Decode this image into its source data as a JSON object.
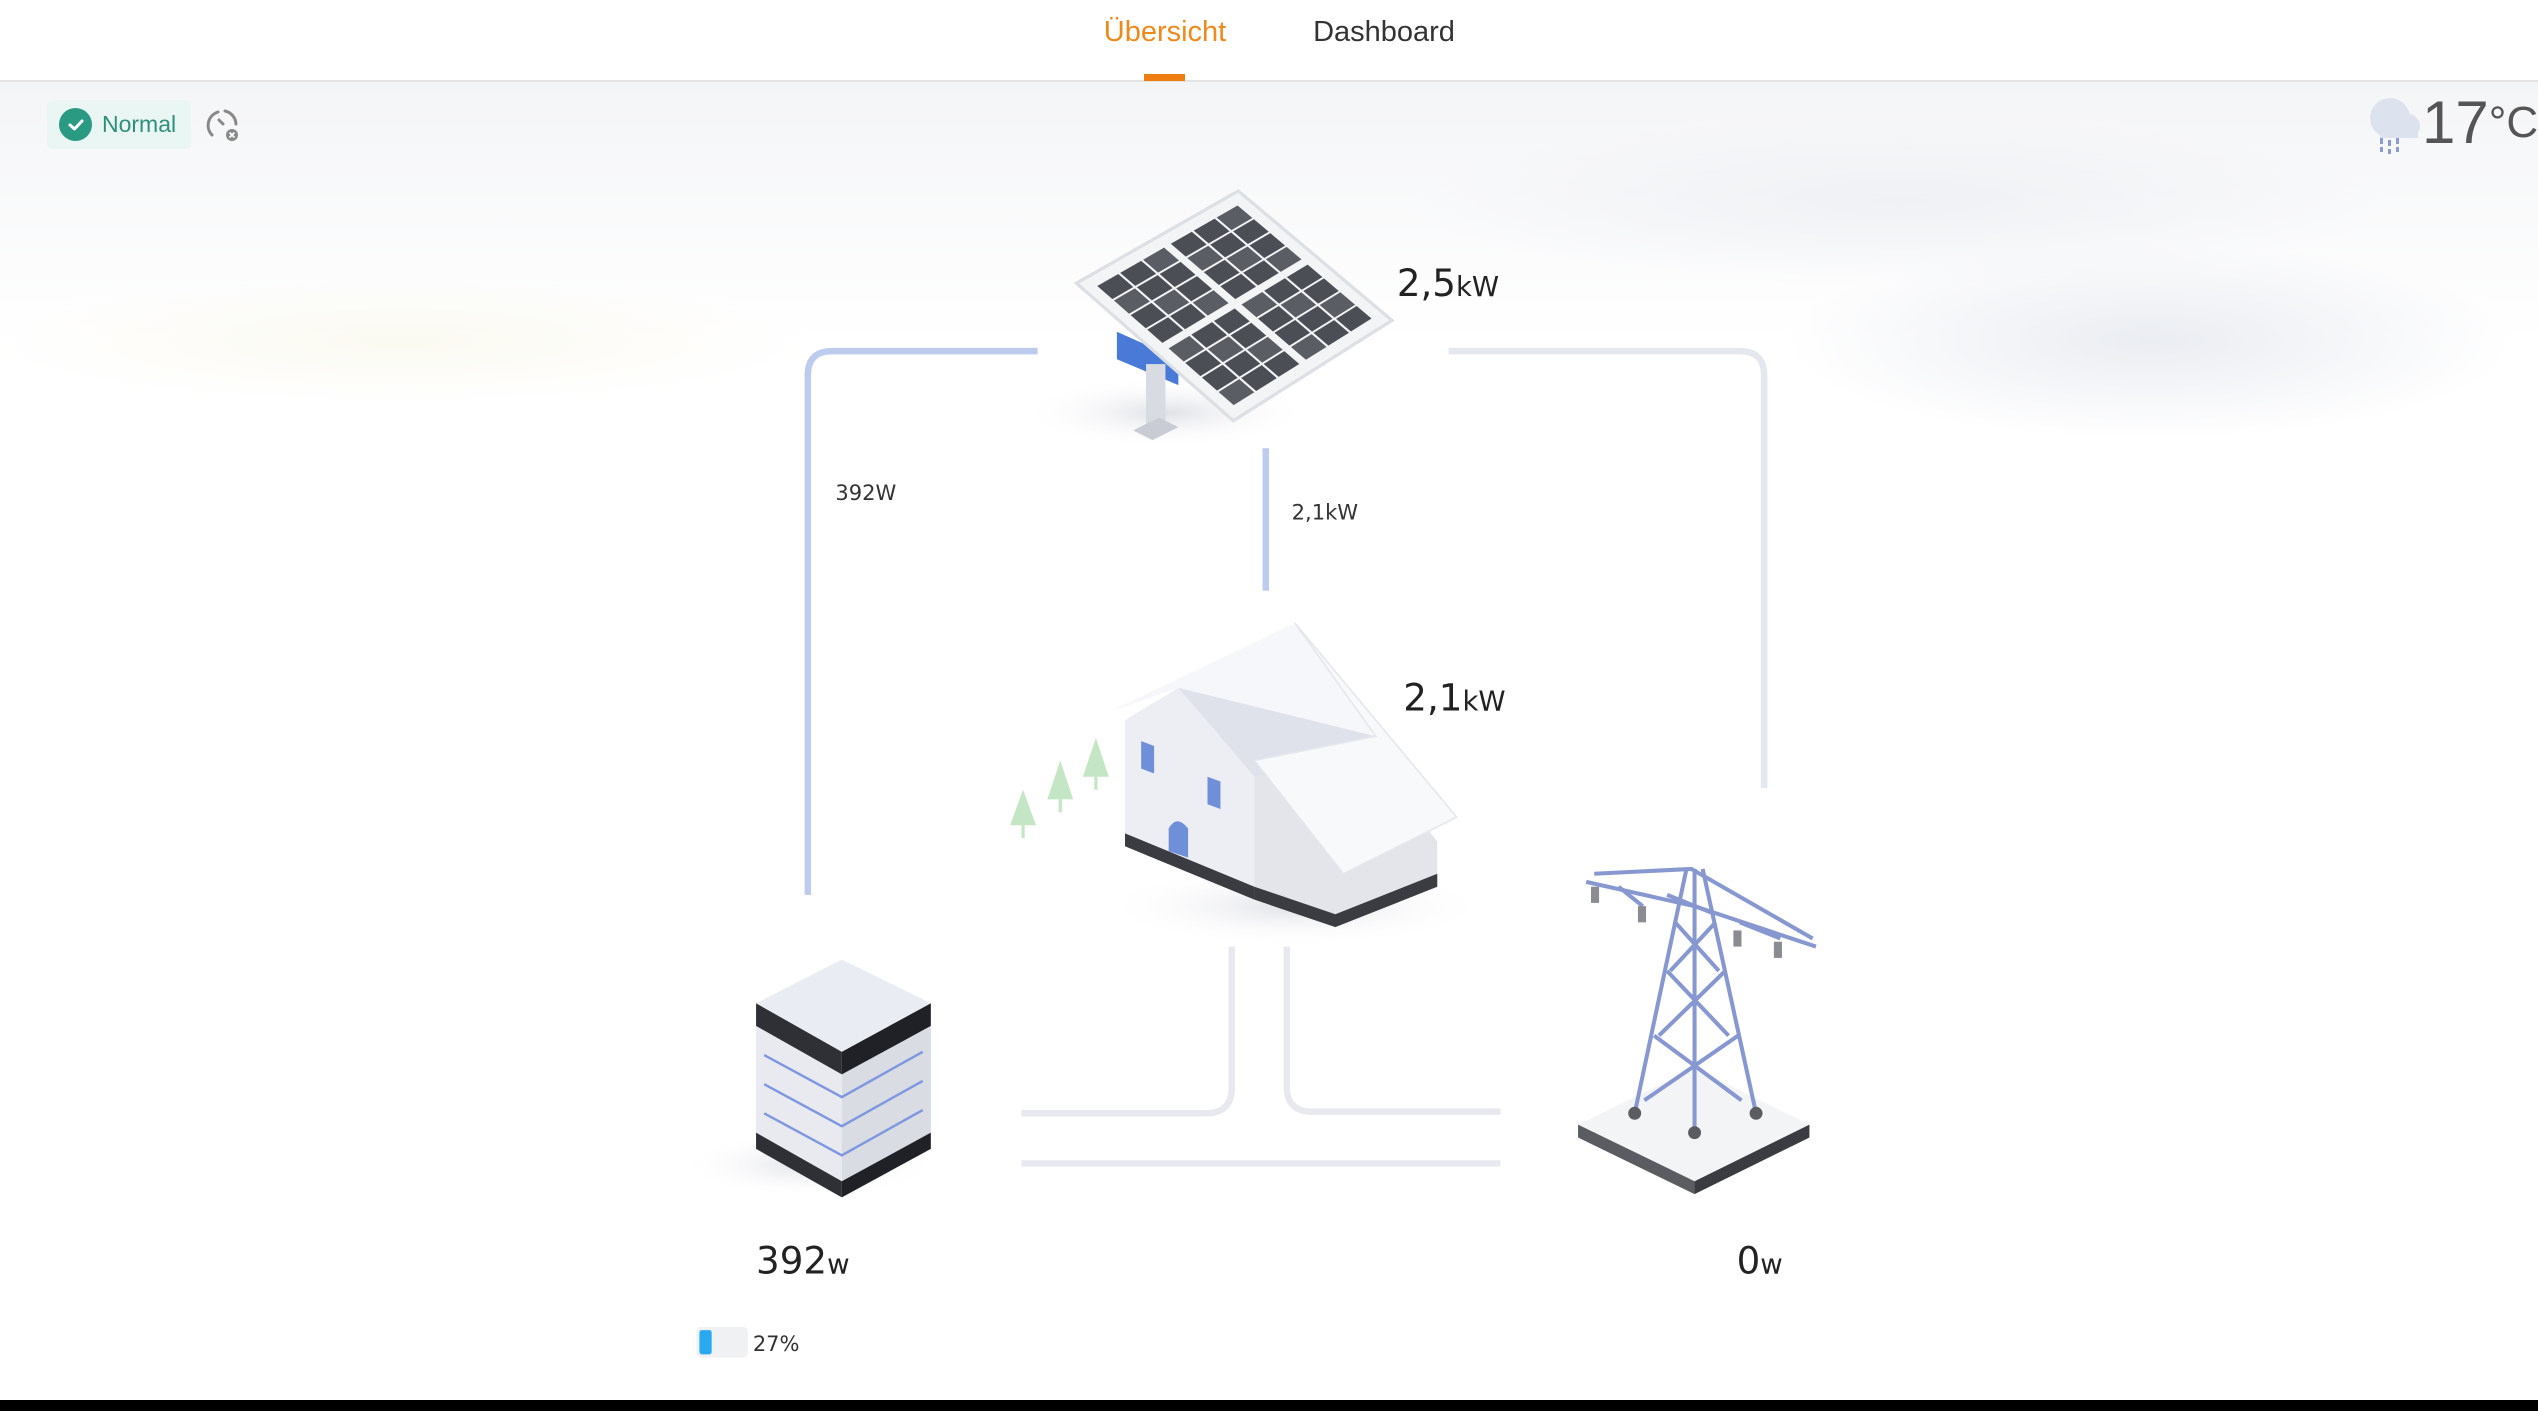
{
  "tabs": [
    {
      "label": "Übersicht",
      "active": true
    },
    {
      "label": "Dashboard",
      "active": false
    }
  ],
  "status": {
    "label": "Normal",
    "icon": "check-circle-icon"
  },
  "sync_icon": "sync-off-icon",
  "weather": {
    "icon": "rain-cloud-icon",
    "temperature": "17",
    "unit": "°C"
  },
  "solar": {
    "value": "2,5",
    "unit": "kW"
  },
  "house": {
    "value": "2,1",
    "unit": "kW"
  },
  "battery": {
    "value": "392",
    "unit": "w",
    "soc_label": "27%",
    "soc_percent": 27
  },
  "grid": {
    "value": "0",
    "unit": "w"
  },
  "flows": {
    "solar_to_battery": "392W",
    "solar_to_house": "2,1kW"
  },
  "colors": {
    "accent": "#ee7d12",
    "status": "#2a9a82",
    "flow_active": "#bccbee",
    "flow_idle": "#e5e7ee",
    "battery_fill": "#29aaf0"
  }
}
